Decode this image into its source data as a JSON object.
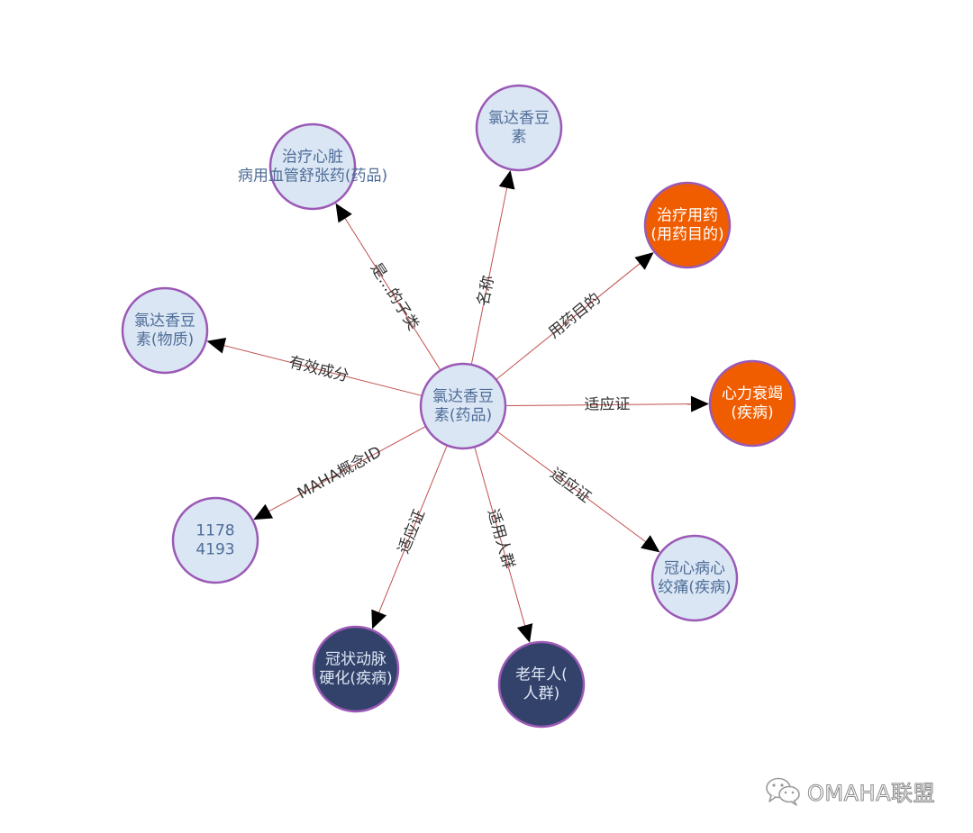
{
  "colors": {
    "edge": "#c0504d",
    "arrow": "#000000",
    "node_border": "#9b59b6",
    "light_fill": "#dae6f4",
    "light_text": "#4f6d98",
    "orange_fill": "#ef5d00",
    "dark_fill": "#33426a",
    "dark_text": "#dde6f5"
  },
  "center": {
    "id": "center",
    "lines": [
      "氯达香豆",
      "素(药品)"
    ],
    "style": "light"
  },
  "nodes": [
    {
      "id": "name",
      "lines": [
        "氯达香豆",
        "素"
      ],
      "style": "light",
      "edge_label": "名称",
      "label_pos": 0.38,
      "label_flip": false
    },
    {
      "id": "subclass",
      "lines": [
        "治疗心脏",
        "病用血管舒张药(药品)"
      ],
      "style": "light",
      "edge_label": "是...的子类",
      "label_pos": 0.44,
      "label_flip": true
    },
    {
      "id": "purpose",
      "lines": [
        "治疗用药",
        "(用药目的)"
      ],
      "style": "orange",
      "edge_label": "用药目的",
      "label_pos": 0.5,
      "label_flip": false
    },
    {
      "id": "substance",
      "lines": [
        "氯达香豆",
        "素(物质)"
      ],
      "style": "light",
      "edge_label": "有效成分",
      "label_pos": 0.48,
      "label_flip": true
    },
    {
      "id": "heart",
      "lines": [
        "心力衰竭",
        "(疾病)"
      ],
      "style": "orange",
      "edge_label": "适应证",
      "label_pos": 0.5,
      "label_flip": false
    },
    {
      "id": "omaha",
      "lines": [
        "1178",
        "4193"
      ],
      "style": "light",
      "edge_label": "MAHA概念ID",
      "label_pos": 0.5,
      "label_flip": false
    },
    {
      "id": "angina",
      "lines": [
        "冠心病心",
        "绞痛(疾病)"
      ],
      "style": "light",
      "edge_label": "适应证",
      "label_pos": 0.45,
      "label_flip": true
    },
    {
      "id": "coronary",
      "lines": [
        "冠状动脉",
        "硬化(疾病)"
      ],
      "style": "dark",
      "edge_label": "适应证",
      "label_pos": 0.47,
      "label_flip": false
    },
    {
      "id": "elderly",
      "lines": [
        "老年人(",
        "人群)"
      ],
      "style": "dark",
      "edge_label": "适用人群",
      "label_pos": 0.47,
      "label_flip": true
    }
  ],
  "watermark": {
    "text": "OMAHA联盟",
    "icon": "wechat-icon"
  }
}
